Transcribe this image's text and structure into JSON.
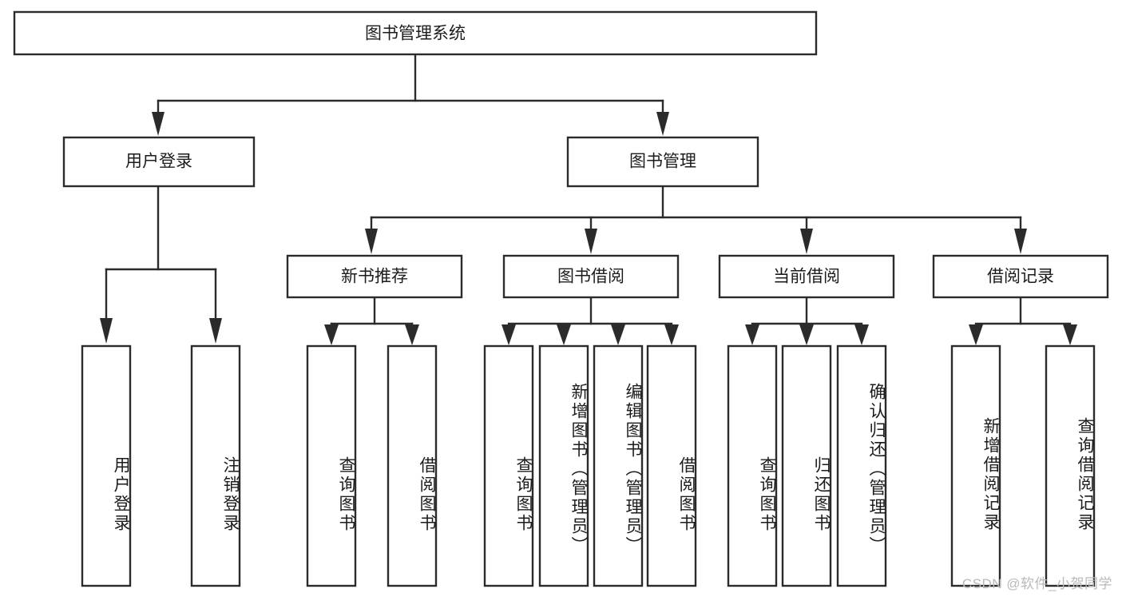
{
  "diagram": {
    "type": "tree-hierarchy-chart",
    "title_node": "图书管理系统",
    "watermark": "CSDN @软件_小贺同学",
    "colors": {
      "background": "#ffffff",
      "stroke": "#2b2b2b",
      "text": "#1c1c1c",
      "watermark": "#b9b9b9"
    },
    "levels": {
      "level1": [
        {
          "id": "root",
          "label": "图书管理系统"
        }
      ],
      "level2": [
        {
          "id": "user-login",
          "label": "用户登录"
        },
        {
          "id": "book-management",
          "label": "图书管理"
        }
      ],
      "level3": [
        {
          "id": "new-book-recommend",
          "label": "新书推荐"
        },
        {
          "id": "book-borrow",
          "label": "图书借阅"
        },
        {
          "id": "current-borrow",
          "label": "当前借阅"
        },
        {
          "id": "borrow-record",
          "label": "借阅记录"
        }
      ],
      "level4": [
        {
          "id": "leaf-user-login",
          "label": "用户登录",
          "parent": "user-login"
        },
        {
          "id": "leaf-logout-login",
          "label": "注销登录",
          "parent": "user-login"
        },
        {
          "id": "leaf-query-book-1",
          "label": "查询图书",
          "parent": "new-book-recommend"
        },
        {
          "id": "leaf-borrow-book-1",
          "label": "借阅图书",
          "parent": "new-book-recommend"
        },
        {
          "id": "leaf-query-book-2",
          "label": "查询图书",
          "parent": "book-borrow"
        },
        {
          "id": "leaf-add-book",
          "label": "新增图书（管理员）",
          "parent": "book-borrow"
        },
        {
          "id": "leaf-edit-book",
          "label": "编辑图书（管理员）",
          "parent": "book-borrow"
        },
        {
          "id": "leaf-borrow-book-2",
          "label": "借阅图书",
          "parent": "book-borrow"
        },
        {
          "id": "leaf-query-book-3",
          "label": "查询图书",
          "parent": "current-borrow"
        },
        {
          "id": "leaf-return-book",
          "label": "归还图书",
          "parent": "current-borrow"
        },
        {
          "id": "leaf-confirm-return",
          "label": "确认归还（管理员）",
          "parent": "current-borrow"
        },
        {
          "id": "leaf-add-record",
          "label": "新增借阅记录",
          "parent": "borrow-record"
        },
        {
          "id": "leaf-query-record",
          "label": "查询借阅记录",
          "parent": "borrow-record"
        }
      ]
    }
  }
}
